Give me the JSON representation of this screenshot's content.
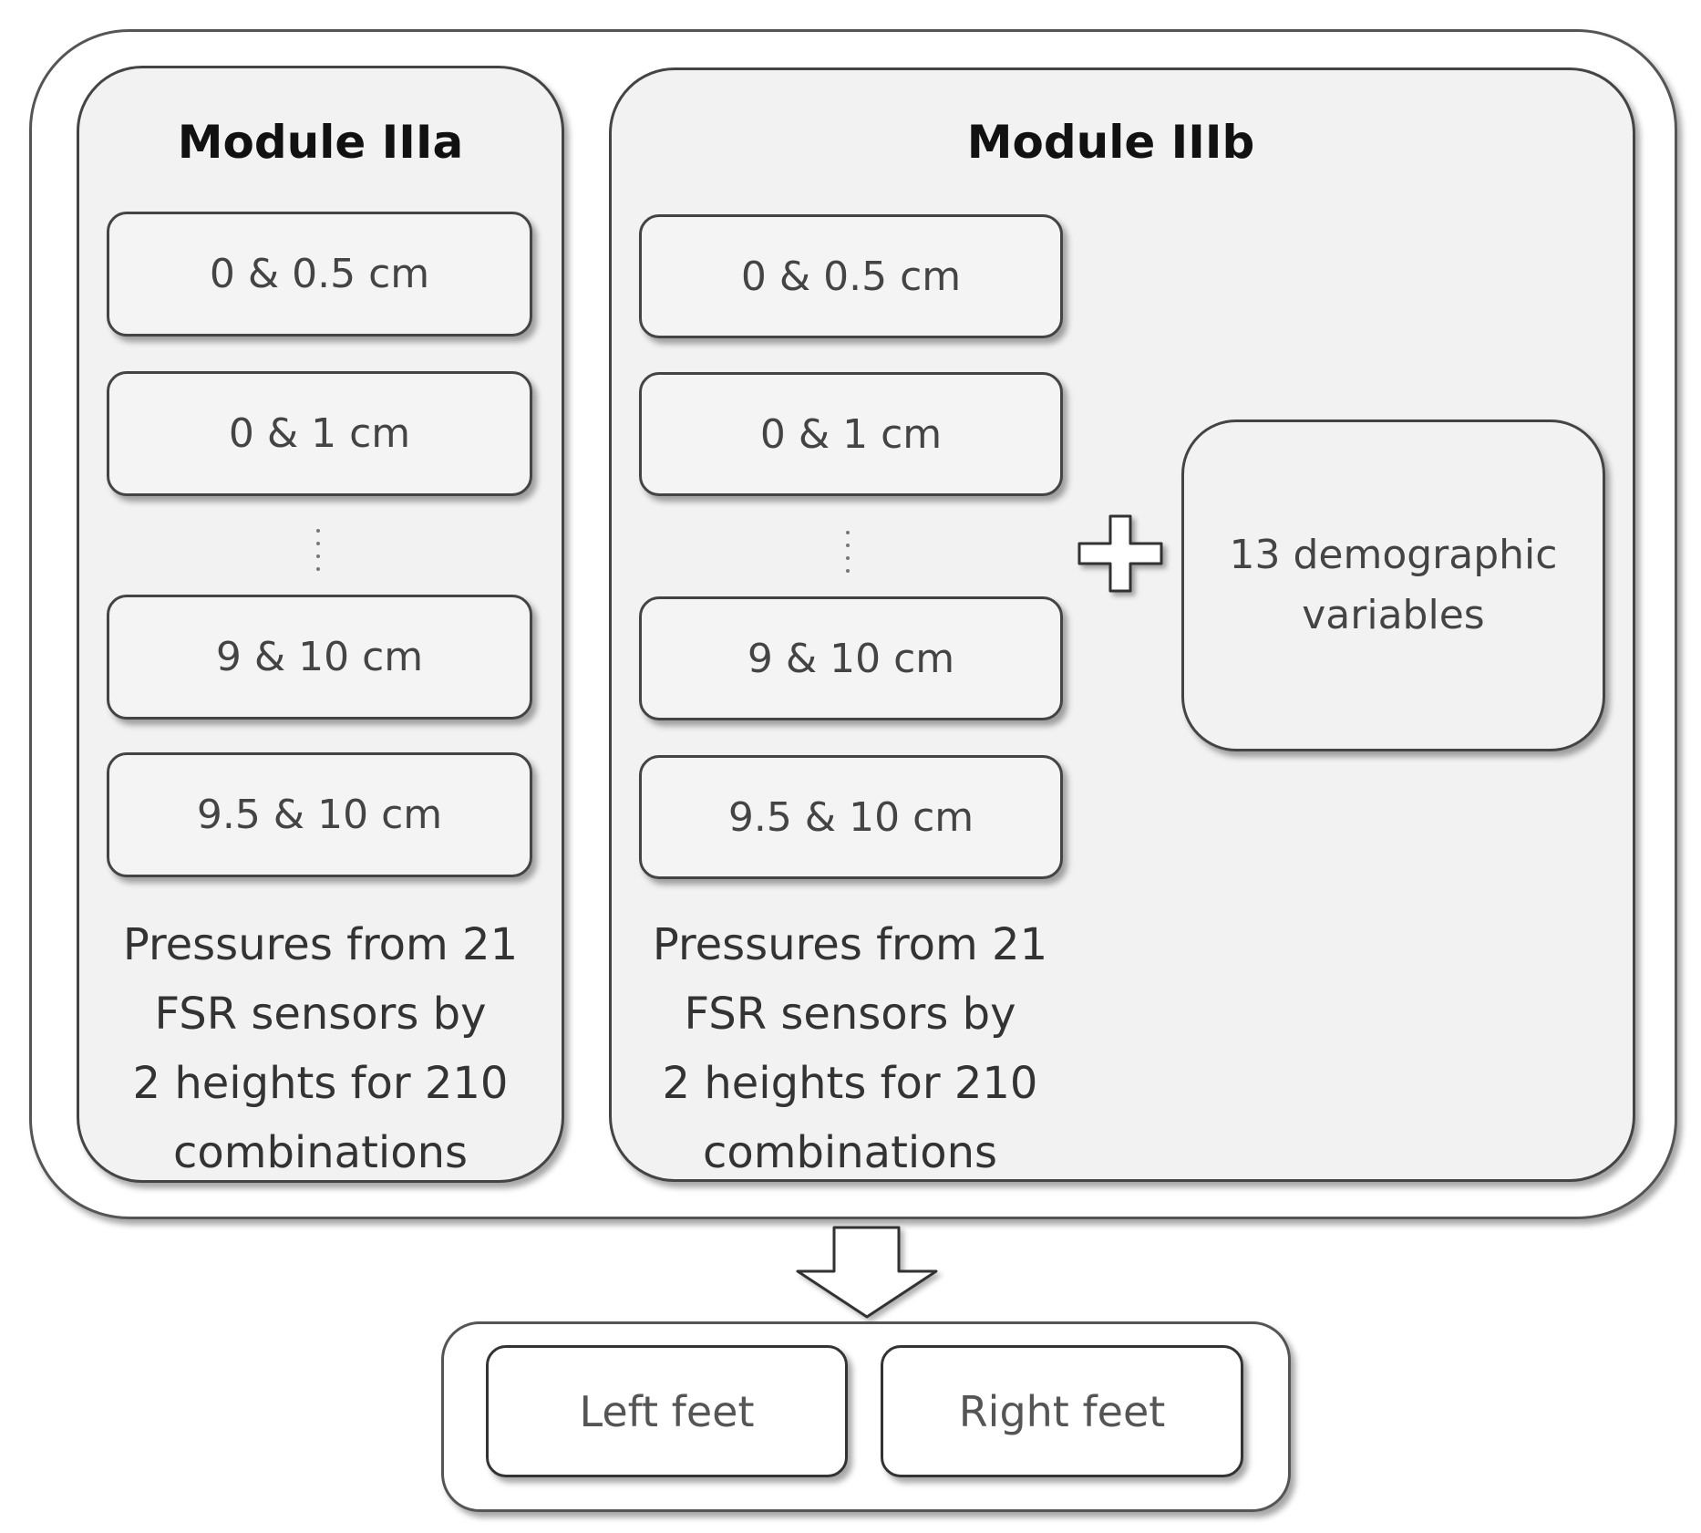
{
  "module_a": {
    "title": "Module IIIa",
    "heights": [
      "0 & 0.5 cm",
      "0 & 1 cm",
      "9 & 10 cm",
      "9.5 & 10 cm"
    ],
    "caption_lines": [
      "Pressures from 21",
      "FSR sensors by",
      "2 heights for 210",
      "combinations"
    ]
  },
  "module_b": {
    "title": "Module IIIb",
    "heights": [
      "0 & 0.5 cm",
      "0 & 1 cm",
      "9 & 10 cm",
      "9.5 & 10 cm"
    ],
    "caption_lines": [
      "Pressures from 21",
      "FSR sensors by",
      "2 heights for 210",
      "combinations"
    ],
    "demographics_lines": [
      "13 demographic",
      "variables"
    ]
  },
  "output": {
    "left": "Left feet",
    "right": "Right feet"
  }
}
